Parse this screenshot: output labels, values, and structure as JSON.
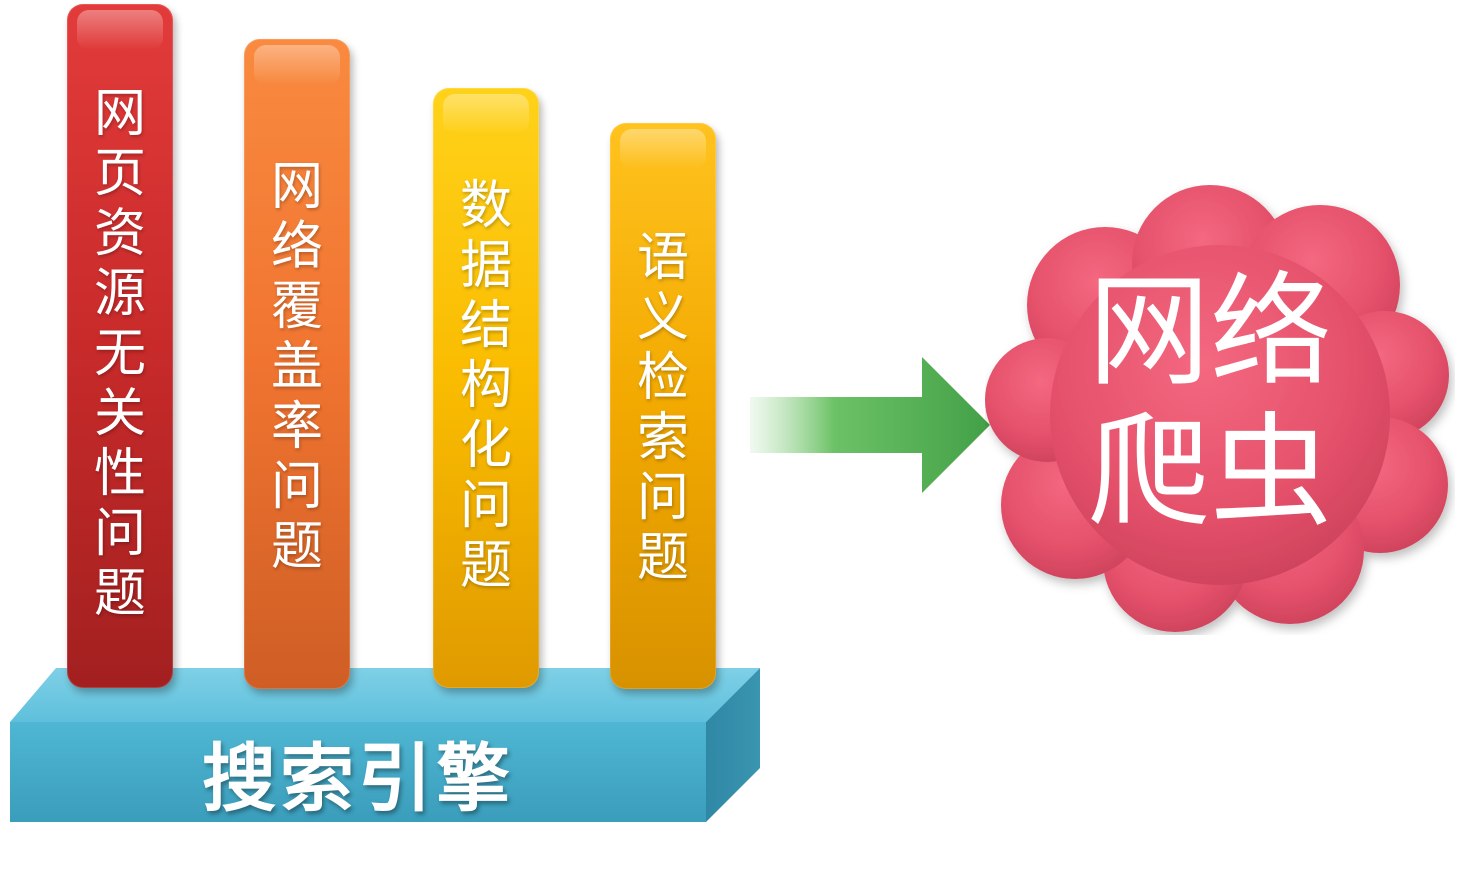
{
  "diagram": {
    "base": {
      "label": "搜索引擎",
      "color": "#4bb5d2"
    },
    "pillars": [
      {
        "label": "网页资源无关性问题",
        "color": "#c82a2a"
      },
      {
        "label": "网络覆盖率问题",
        "color": "#f07430"
      },
      {
        "label": "数据结构化问题",
        "color": "#f9bb00"
      },
      {
        "label": "语义检索问题",
        "color": "#f2a900"
      }
    ],
    "arrow": {
      "icon": "right-arrow-icon",
      "color": "#4cae4c"
    },
    "cloud": {
      "label": "网络爬虫",
      "color": "#e8506a"
    }
  }
}
